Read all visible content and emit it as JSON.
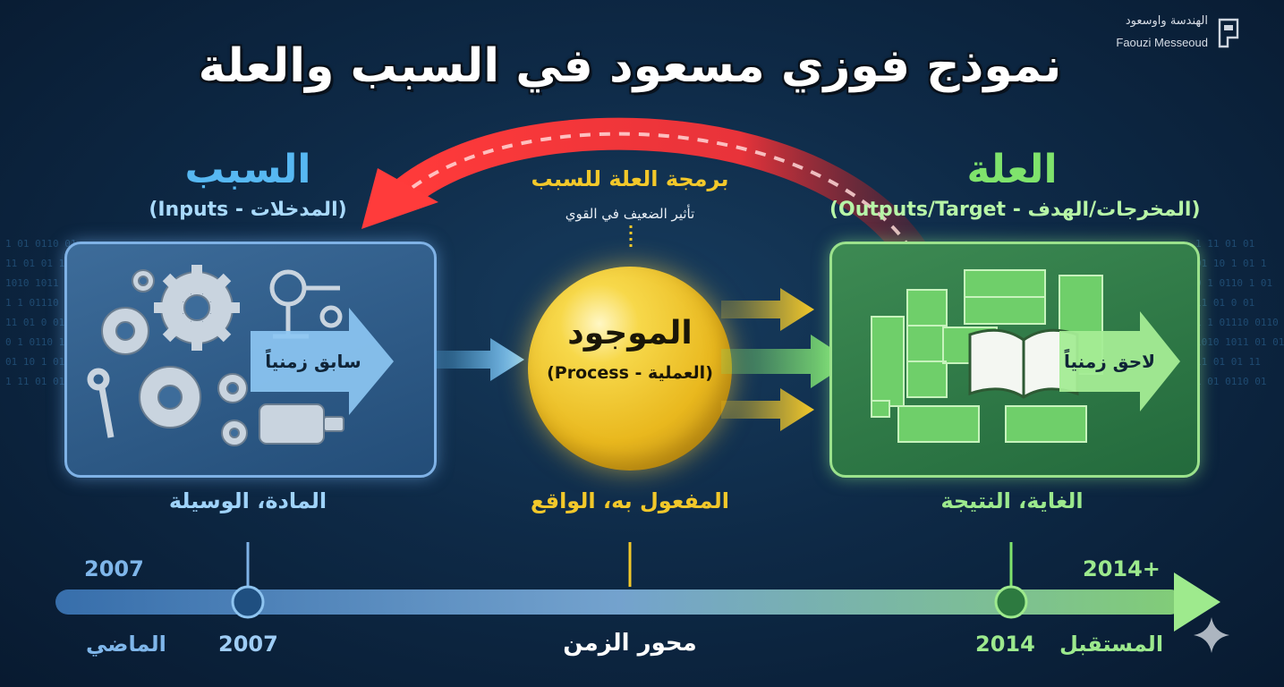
{
  "logo": {
    "arabic_name": "الهندسة واوسعود",
    "latin_name": "Faouzi Messeoud",
    "icon": "doc-flag-icon"
  },
  "title": "نموذج فوزي مسعود في السبب والعلة",
  "feedback": {
    "label": "برمجة العلة للسبب",
    "sublabel": "تأثير الضعيف في القوي",
    "color": "#e8333a"
  },
  "cause": {
    "heading": "السبب",
    "subheading": "(Inputs - المدخلات)",
    "arrow_label": "سابق زمنياً",
    "bottom_label": "المادة، الوسيلة",
    "color": "#57b8f2",
    "icons": [
      "gear-icon",
      "robot-arm-icon",
      "motor-icon",
      "wrench-icon"
    ]
  },
  "process": {
    "title": "الموجود",
    "subtitle": "(Process - العملية)",
    "bottom_label": "المفعول به، الواقع",
    "color": "#f2c82a"
  },
  "effect": {
    "heading": "العلة",
    "subheading": "(Outputs/Target - المخرجات/الهدف)",
    "arrow_label": "لاحق زمنياً",
    "bottom_label": "الغاية، النتيجة",
    "color": "#7fe36c",
    "icons": [
      "building-block-icon",
      "open-book-icon",
      "cabinet-icon"
    ]
  },
  "timeline": {
    "axis_label": "محور الزمن",
    "left_year_top": "2007",
    "left_word": "الماضي",
    "left_year_bottom": "2007",
    "right_year_top": "2014+",
    "right_year_bottom": "2014",
    "right_word": "المستقبل"
  },
  "binary_background": [
    "1 01 0110 01",
    "11 01 01 11",
    "1010 1011 01 01",
    "1 1 01110 0110",
    "11 01 0 01",
    "0 1 0110 1 01",
    "01 10 1 01 1",
    "1 11 01 01"
  ]
}
